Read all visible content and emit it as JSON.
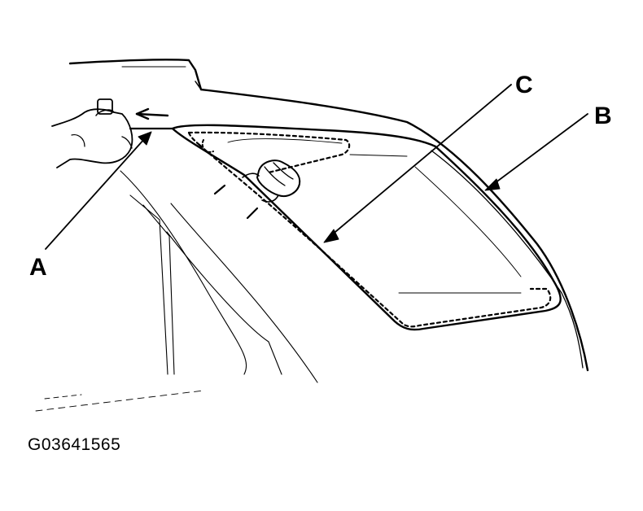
{
  "callouts": {
    "a": "A",
    "b": "B",
    "c": "C"
  },
  "figure_id": "G03641565",
  "colors": {
    "ink": "#000000",
    "background": "#ffffff"
  }
}
